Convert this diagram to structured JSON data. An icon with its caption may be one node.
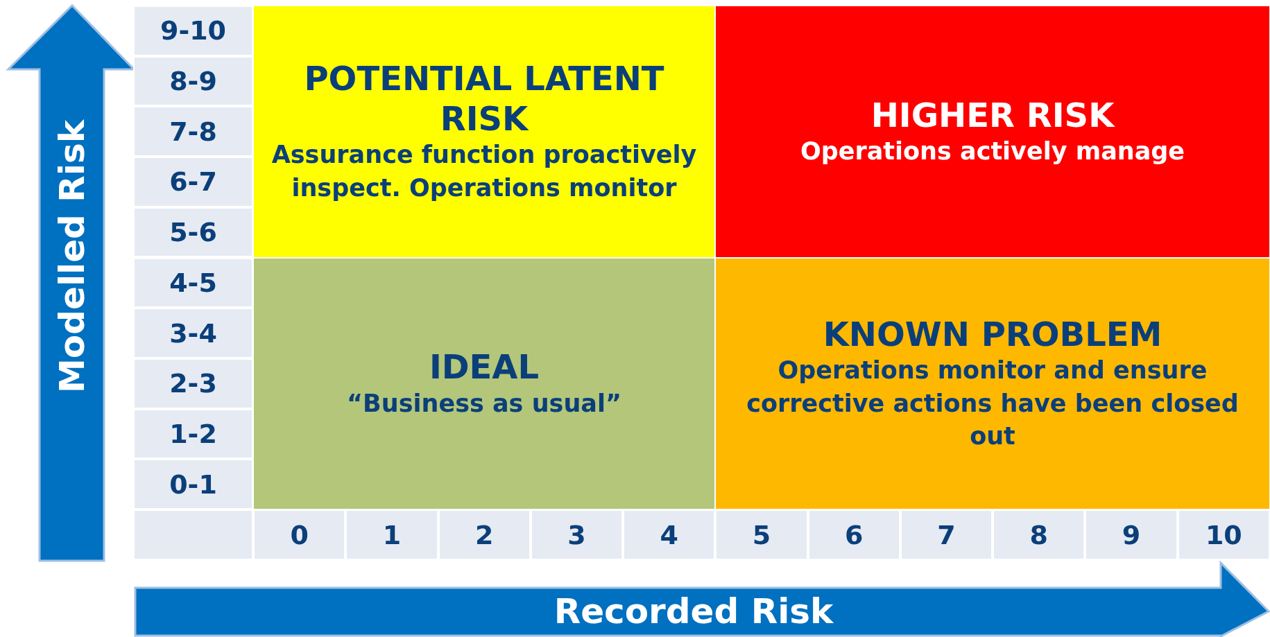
{
  "diagram": {
    "nodes": [
      {
        "text": [
          "POTENTIAL LATENT RISK",
          "Assurance function proactively inspect. Operations monitor"
        ]
      },
      {
        "text": [
          "HIGHER RISK",
          "Operations actively manage"
        ]
      },
      {
        "text": [
          "IDEAL",
          "“Business as usual”"
        ]
      },
      {
        "text": [
          "KNOWN PROBLEM",
          "Operations monitor and ensure corrective actions have been closed out"
        ]
      }
    ],
    "labels": [
      "9-10",
      "8-9",
      "7-8",
      "6-7",
      "5-6",
      "4-5",
      "3-4",
      "2-3",
      "1-2",
      "0-1",
      "0",
      "1",
      "2",
      "3",
      "4",
      "5",
      "6",
      "7",
      "8",
      "9",
      "10",
      "Modelled Risk",
      "Recorded Risk"
    ]
  }
}
